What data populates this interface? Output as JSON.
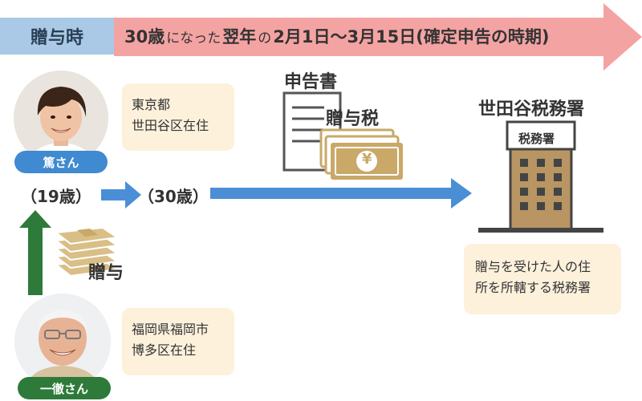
{
  "timeline": {
    "start_label": "贈与時",
    "text_prefix": "30歳",
    "text_connector": "になった",
    "text_year": "翌年",
    "text_no": "の",
    "text_period": "2月1日〜3月15日(確定申告の時期)"
  },
  "recipient": {
    "name": "篤さん",
    "address_line1": "東京都",
    "address_line2": "世田谷区在住",
    "age_at_gift": "（19歳）",
    "age_at_filing": "（30歳）"
  },
  "donor": {
    "name": "一徹さん",
    "address_line1": "福岡県福岡市",
    "address_line2": "博多区在住"
  },
  "gift": {
    "label": "贈与"
  },
  "return_form": {
    "title": "申告書",
    "tax_label": "贈与税",
    "yen_symbol": "¥"
  },
  "tax_office": {
    "title": "世田谷税務署",
    "sign": "税務署",
    "note_line1": "贈与を受けた人の住",
    "note_line2": "所を所轄する税務署"
  },
  "colors": {
    "timeline_arrow": "#f4a3a3",
    "gift_label_bg": "#a9c9e6",
    "blue_arrow": "#4a8fd6",
    "green_arrow": "#2e7a3a",
    "note_bg": "#fdf1dc",
    "money": "#c9a868",
    "building": "#b89562"
  }
}
